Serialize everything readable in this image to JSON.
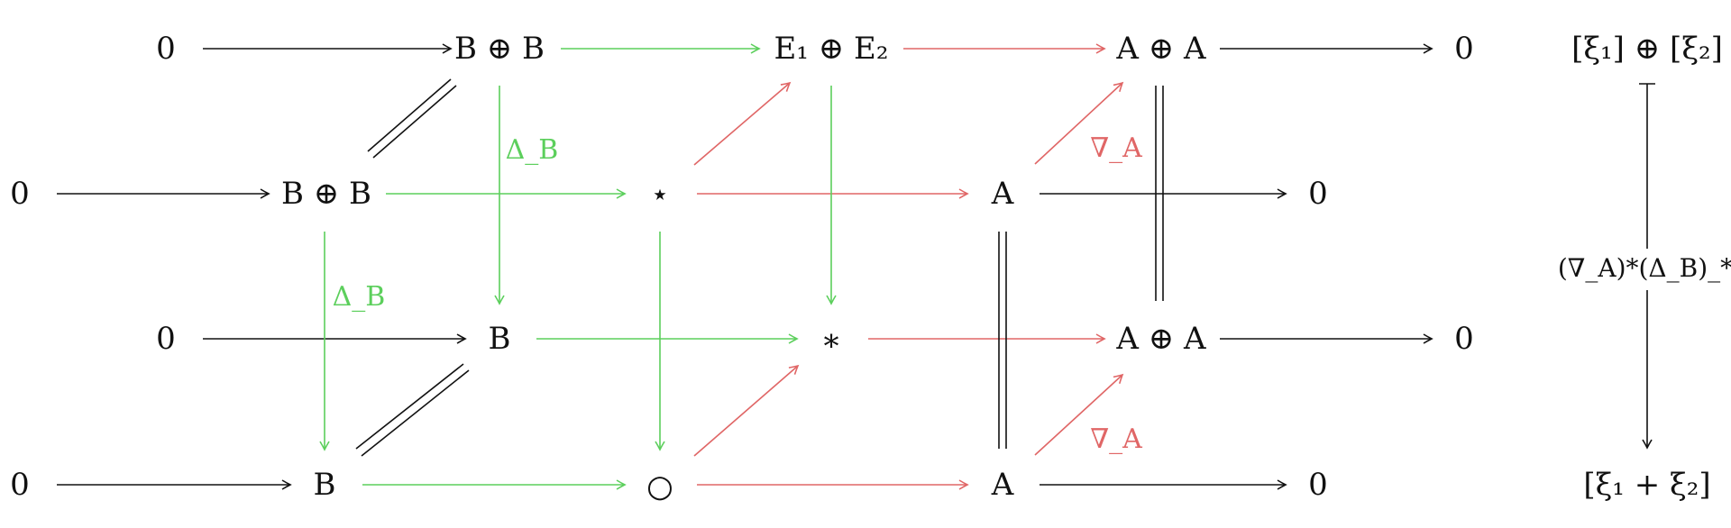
{
  "colors": {
    "black": "#111111",
    "green": "#5ccf5c",
    "red": "#e06666"
  },
  "diagram": {
    "nodes": {
      "top_left_zero": "0",
      "top_bb": "B ⊕ B",
      "top_e": "E₁ ⊕ E₂",
      "top_aa": "A ⊕ A",
      "top_right_zero": "0",
      "mid_left_zero": "0",
      "mid_bb": "B ⊕ B",
      "star": "⋆",
      "mid_a": "A",
      "mid_right_zero": "0",
      "low_left_zero": "0",
      "low_b": "B",
      "asterisk": "∗",
      "low_aa": "A ⊕ A",
      "low_right_zero": "0",
      "bot_left_zero": "0",
      "bot_b": "B",
      "circle": "○",
      "bot_a": "A",
      "bot_right_zero": "0"
    },
    "labels": {
      "delta_b_upper": "Δ_B",
      "delta_b_lower": "Δ_B",
      "nabla_a_upper": "∇_A",
      "nabla_a_lower": "∇_A"
    },
    "side": {
      "top": "[ξ₁] ⊕ [ξ₂]",
      "middle": "(∇_A)*(Δ_B)_*",
      "bottom": "[ξ₁ + ξ₂]"
    }
  }
}
